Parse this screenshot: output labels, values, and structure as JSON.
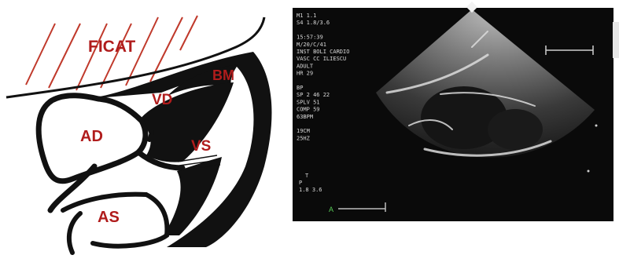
{
  "diagram": {
    "labels": {
      "liver": "FICAT",
      "right_ventricle": "VD",
      "moderator_band": "BM",
      "right_atrium": "AD",
      "left_ventricle": "VS",
      "left_atrium": "AS"
    },
    "colors": {
      "label": "#b01c1c",
      "hatch": "#c0392b",
      "outline": "#111111",
      "echo_background": "#0a0a0a"
    }
  },
  "echo": {
    "text_lines": [
      "M1 1.1",
      "S4 1.8/3.6",
      "",
      "15:57:39",
      "M/20/C/41",
      "INST BOLI CARDIO",
      "VASC CC ILIESCU",
      "ADULT",
      "HR 29",
      "",
      "BP",
      "SP 2 46 22",
      "SPLV 51",
      "COMP 59",
      "63BPM",
      "",
      "19CM",
      "25HZ"
    ],
    "footer_lines": [
      "T",
      "P",
      "1.8 3.6"
    ],
    "marker_letter": "A"
  }
}
